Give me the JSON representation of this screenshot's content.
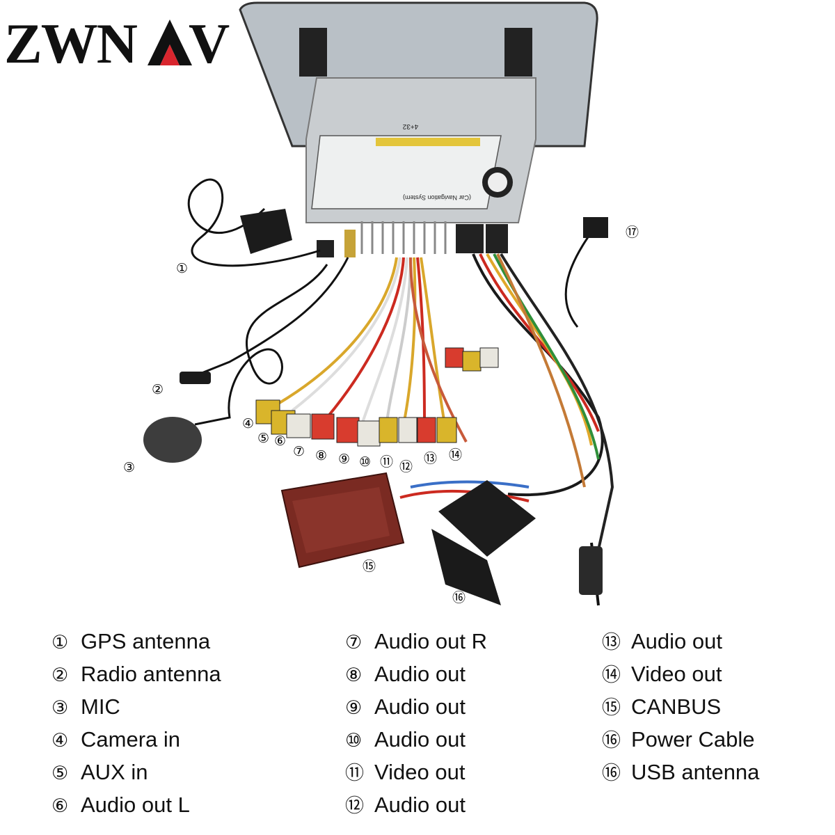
{
  "brand": {
    "logo_text": "ZWNAV",
    "colors": {
      "logo_black": "#111111",
      "logo_red": "#d9262e"
    }
  },
  "figure": {
    "unit_labels": [
      "(Car Navigation System)",
      "4+32"
    ],
    "canbus_box_color": "#7a2a22",
    "callouts": [
      "①",
      "②",
      "③",
      "④",
      "⑤",
      "⑥",
      "⑦",
      "⑧",
      "⑨",
      "⑩",
      "⑪",
      "⑫",
      "⑬",
      "⑭",
      "⑮",
      "⑯",
      "⑰"
    ]
  },
  "legend": {
    "col1": [
      {
        "num": "①",
        "label": "GPS antenna"
      },
      {
        "num": "②",
        "label": "Radio antenna"
      },
      {
        "num": "③",
        "label": "MIC"
      },
      {
        "num": "④",
        "label": "Camera in"
      },
      {
        "num": "⑤",
        "label": "AUX in"
      },
      {
        "num": "⑥",
        "label": "Audio out L"
      }
    ],
    "col2": [
      {
        "num": "⑦",
        "label": "Audio out R"
      },
      {
        "num": "⑧",
        "label": "Audio out"
      },
      {
        "num": "⑨",
        "label": "Audio out"
      },
      {
        "num": "⑩",
        "label": "Audio out"
      },
      {
        "num": "⑪",
        "label": "Video out"
      },
      {
        "num": "⑫",
        "label": "Audio out"
      }
    ],
    "col3": [
      {
        "num": "⑬",
        "label": "Audio out"
      },
      {
        "num": "⑭",
        "label": "Video out"
      },
      {
        "num": "⑮",
        "label": "CANBUS"
      },
      {
        "num": "⑯",
        "label": "Power Cable"
      },
      {
        "num": "⑯",
        "label": "USB antenna"
      }
    ]
  }
}
